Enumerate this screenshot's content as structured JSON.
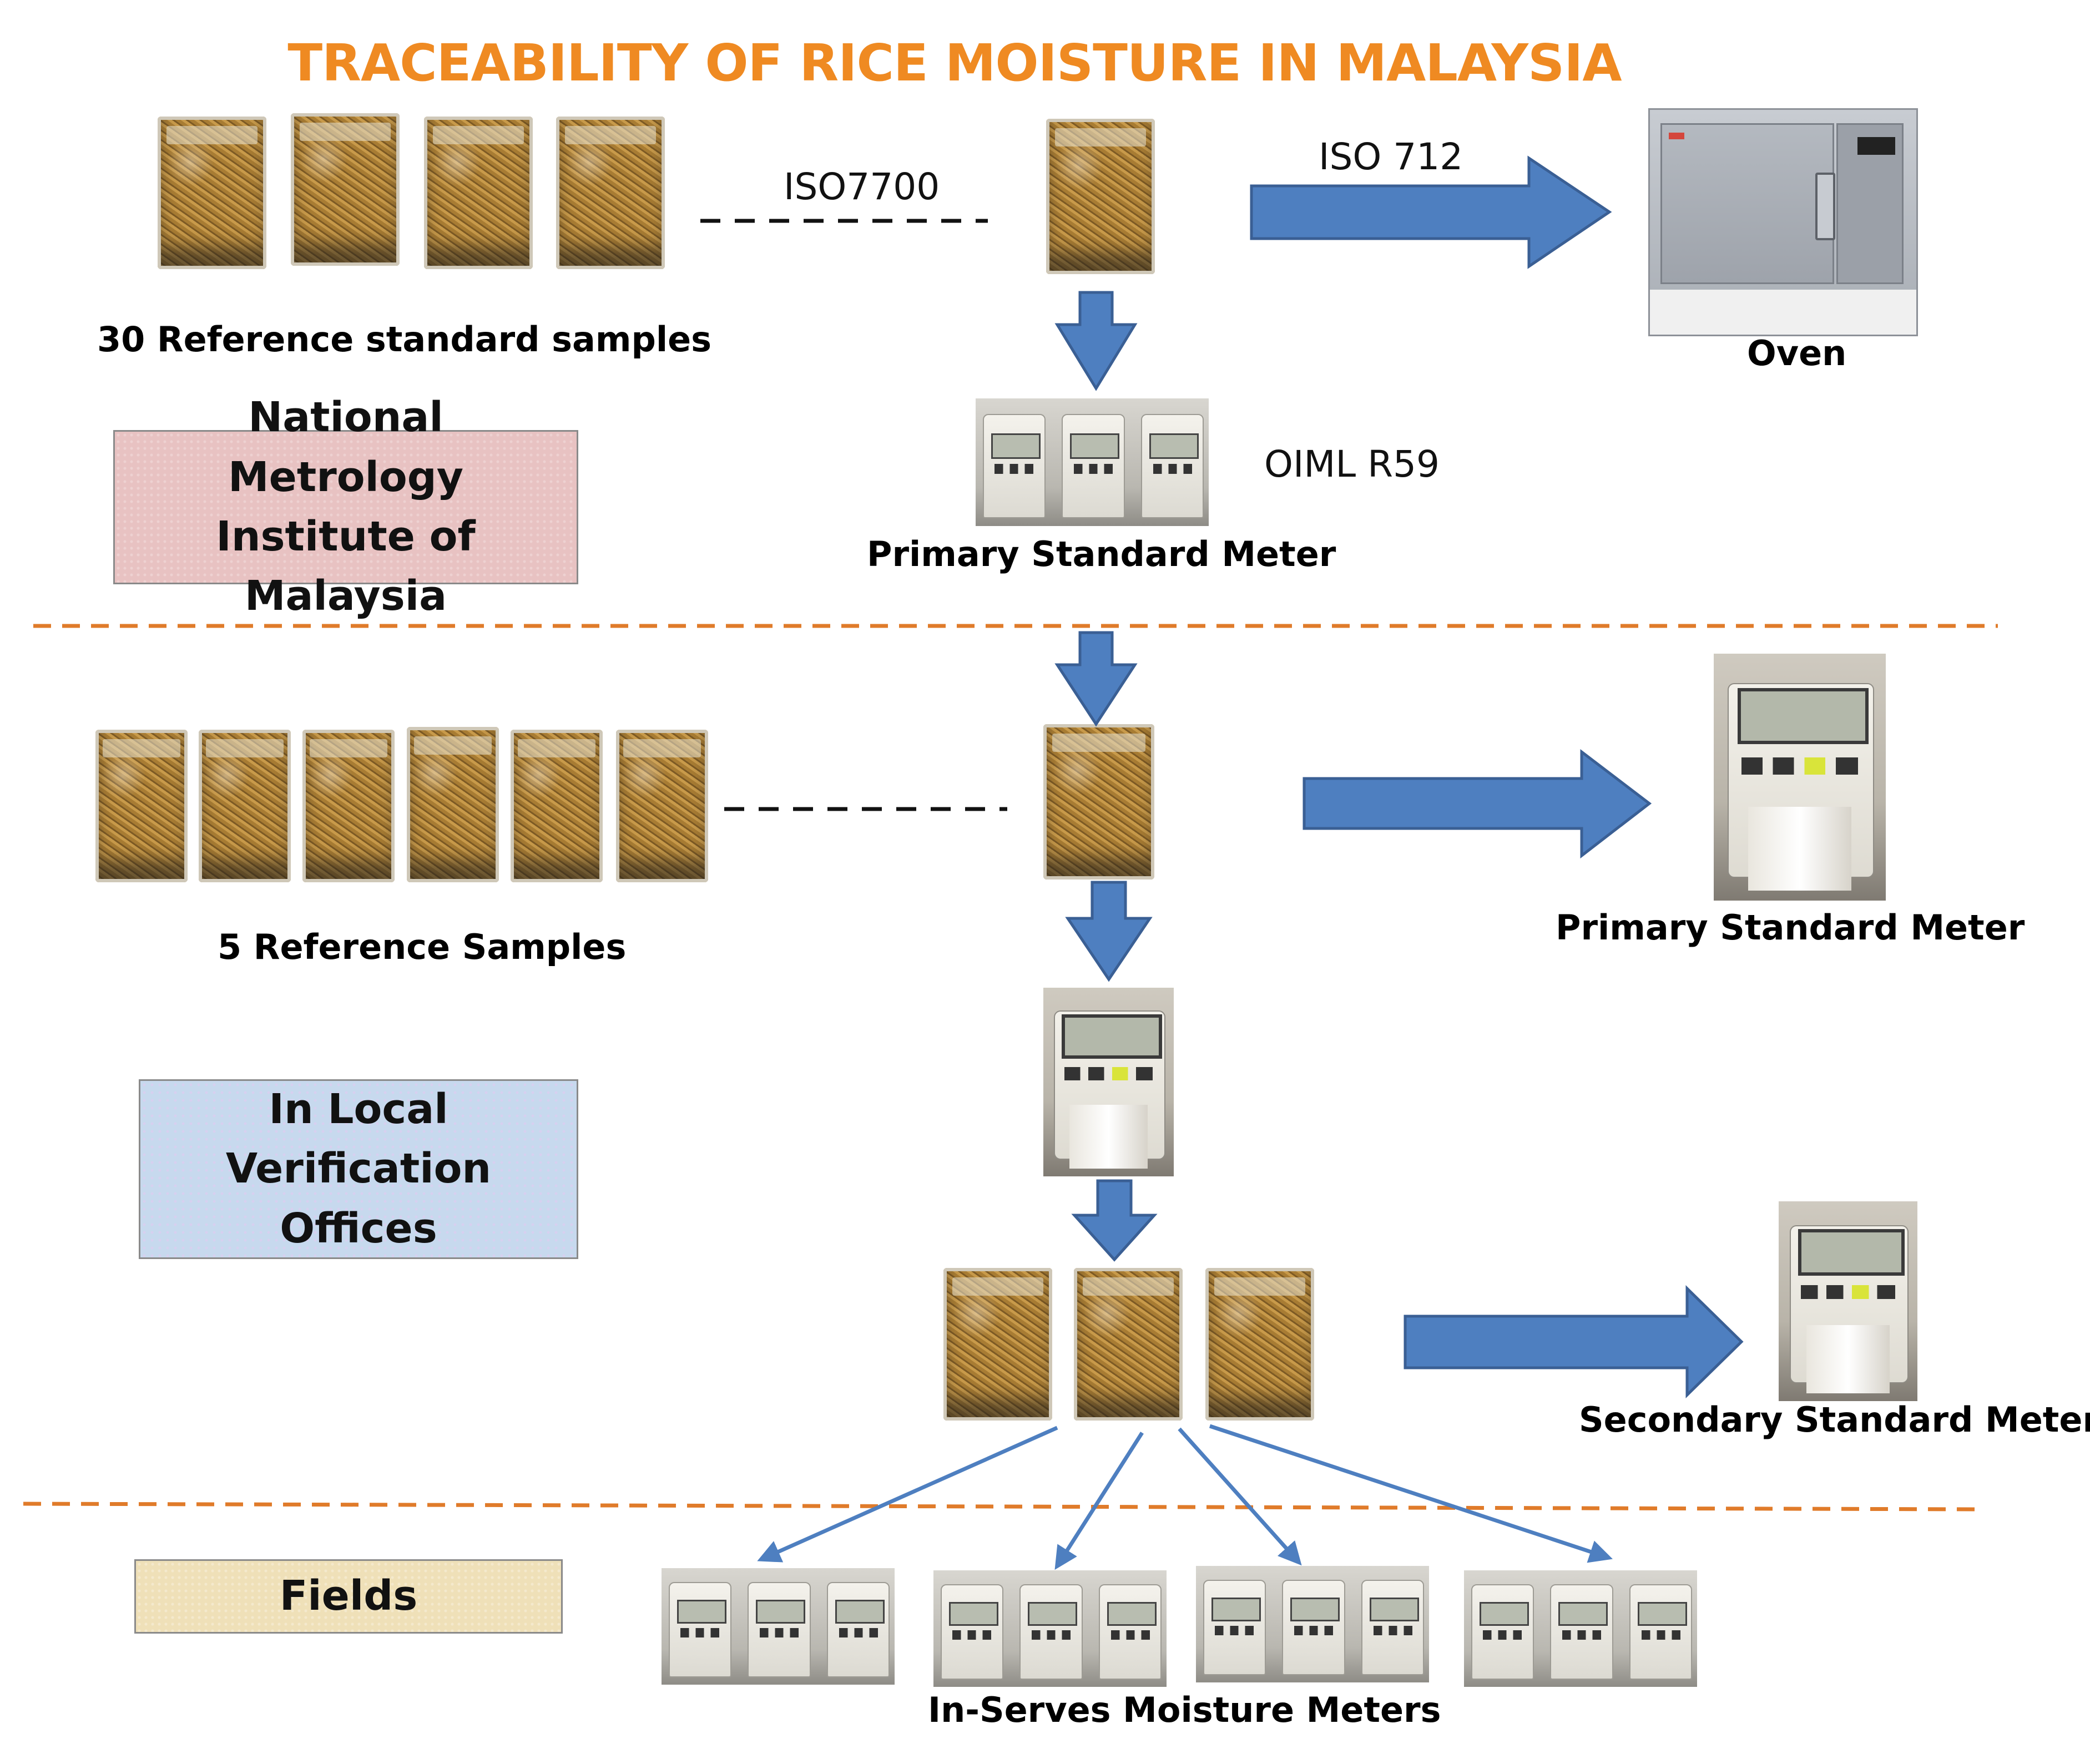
{
  "title": "TRACEABILITY OF RICE MOISTURE IN MALAYSIA",
  "labels": {
    "reference_30": "30 Reference standard samples",
    "iso7700": "ISO7700",
    "iso712": "ISO 712",
    "oven": "Oven",
    "oiml": "OIML R59",
    "primary_meter_1": "Primary Standard Meter",
    "reference_5": "5 Reference Samples",
    "primary_meter_2": "Primary Standard Meter",
    "secondary_meter": "Secondary Standard Meter",
    "in_serves": "In-Serves Moisture Meters"
  },
  "boxes": {
    "nmim": "National Metrology Institute of Malaysia",
    "local": "In Local Verification Offices",
    "fields": "Fields"
  },
  "colors": {
    "title": "#ef8a22",
    "arrow_fill": "#4e7fc0",
    "arrow_stroke": "#3a5f94",
    "divider": "#e07b2a",
    "box_pink": "#e8c2c2",
    "box_blue": "#c7d9ee",
    "box_tan": "#efe0b8"
  }
}
